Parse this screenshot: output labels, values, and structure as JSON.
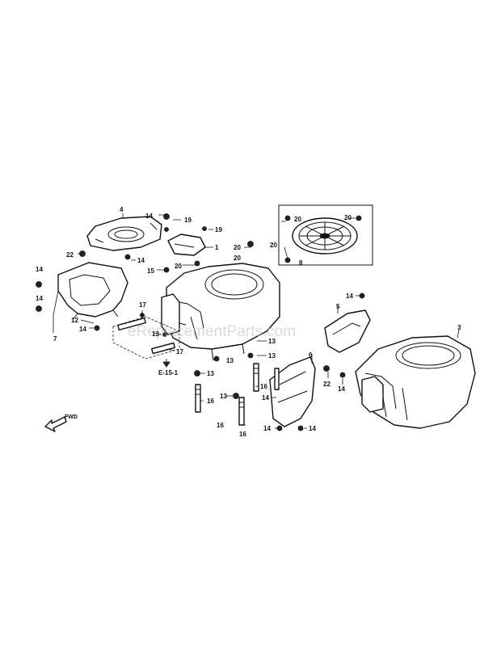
{
  "diagram": {
    "watermark": "eReplacementParts.com",
    "forward_label": "FWD",
    "callouts": {
      "c1": "1",
      "c3": "3",
      "c4": "4",
      "c5": "5",
      "c6": "6",
      "c7": "7",
      "c8": "8",
      "c12": "12",
      "c13a": "13",
      "c13b": "13",
      "c13c": "13",
      "c13d": "13",
      "c13e": "13",
      "c13f": "13",
      "c14a": "14",
      "c14b": "14",
      "c14c": "14",
      "c14d": "14",
      "c14e": "14",
      "c14f": "14",
      "c14g": "14",
      "c14h": "14",
      "c14i": "14",
      "c14j": "14",
      "c15": "15",
      "c16a": "16",
      "c16b": "16",
      "c16c": "16",
      "c16d": "16",
      "c17a": "17",
      "c17b": "17",
      "c19a": "19",
      "c19b": "19",
      "c20a": "20",
      "c20b": "20",
      "c20c": "20",
      "c20d": "20",
      "c20e": "20",
      "c20f": "20",
      "c22a": "22",
      "c22b": "22",
      "ref": "E-15-1"
    }
  }
}
